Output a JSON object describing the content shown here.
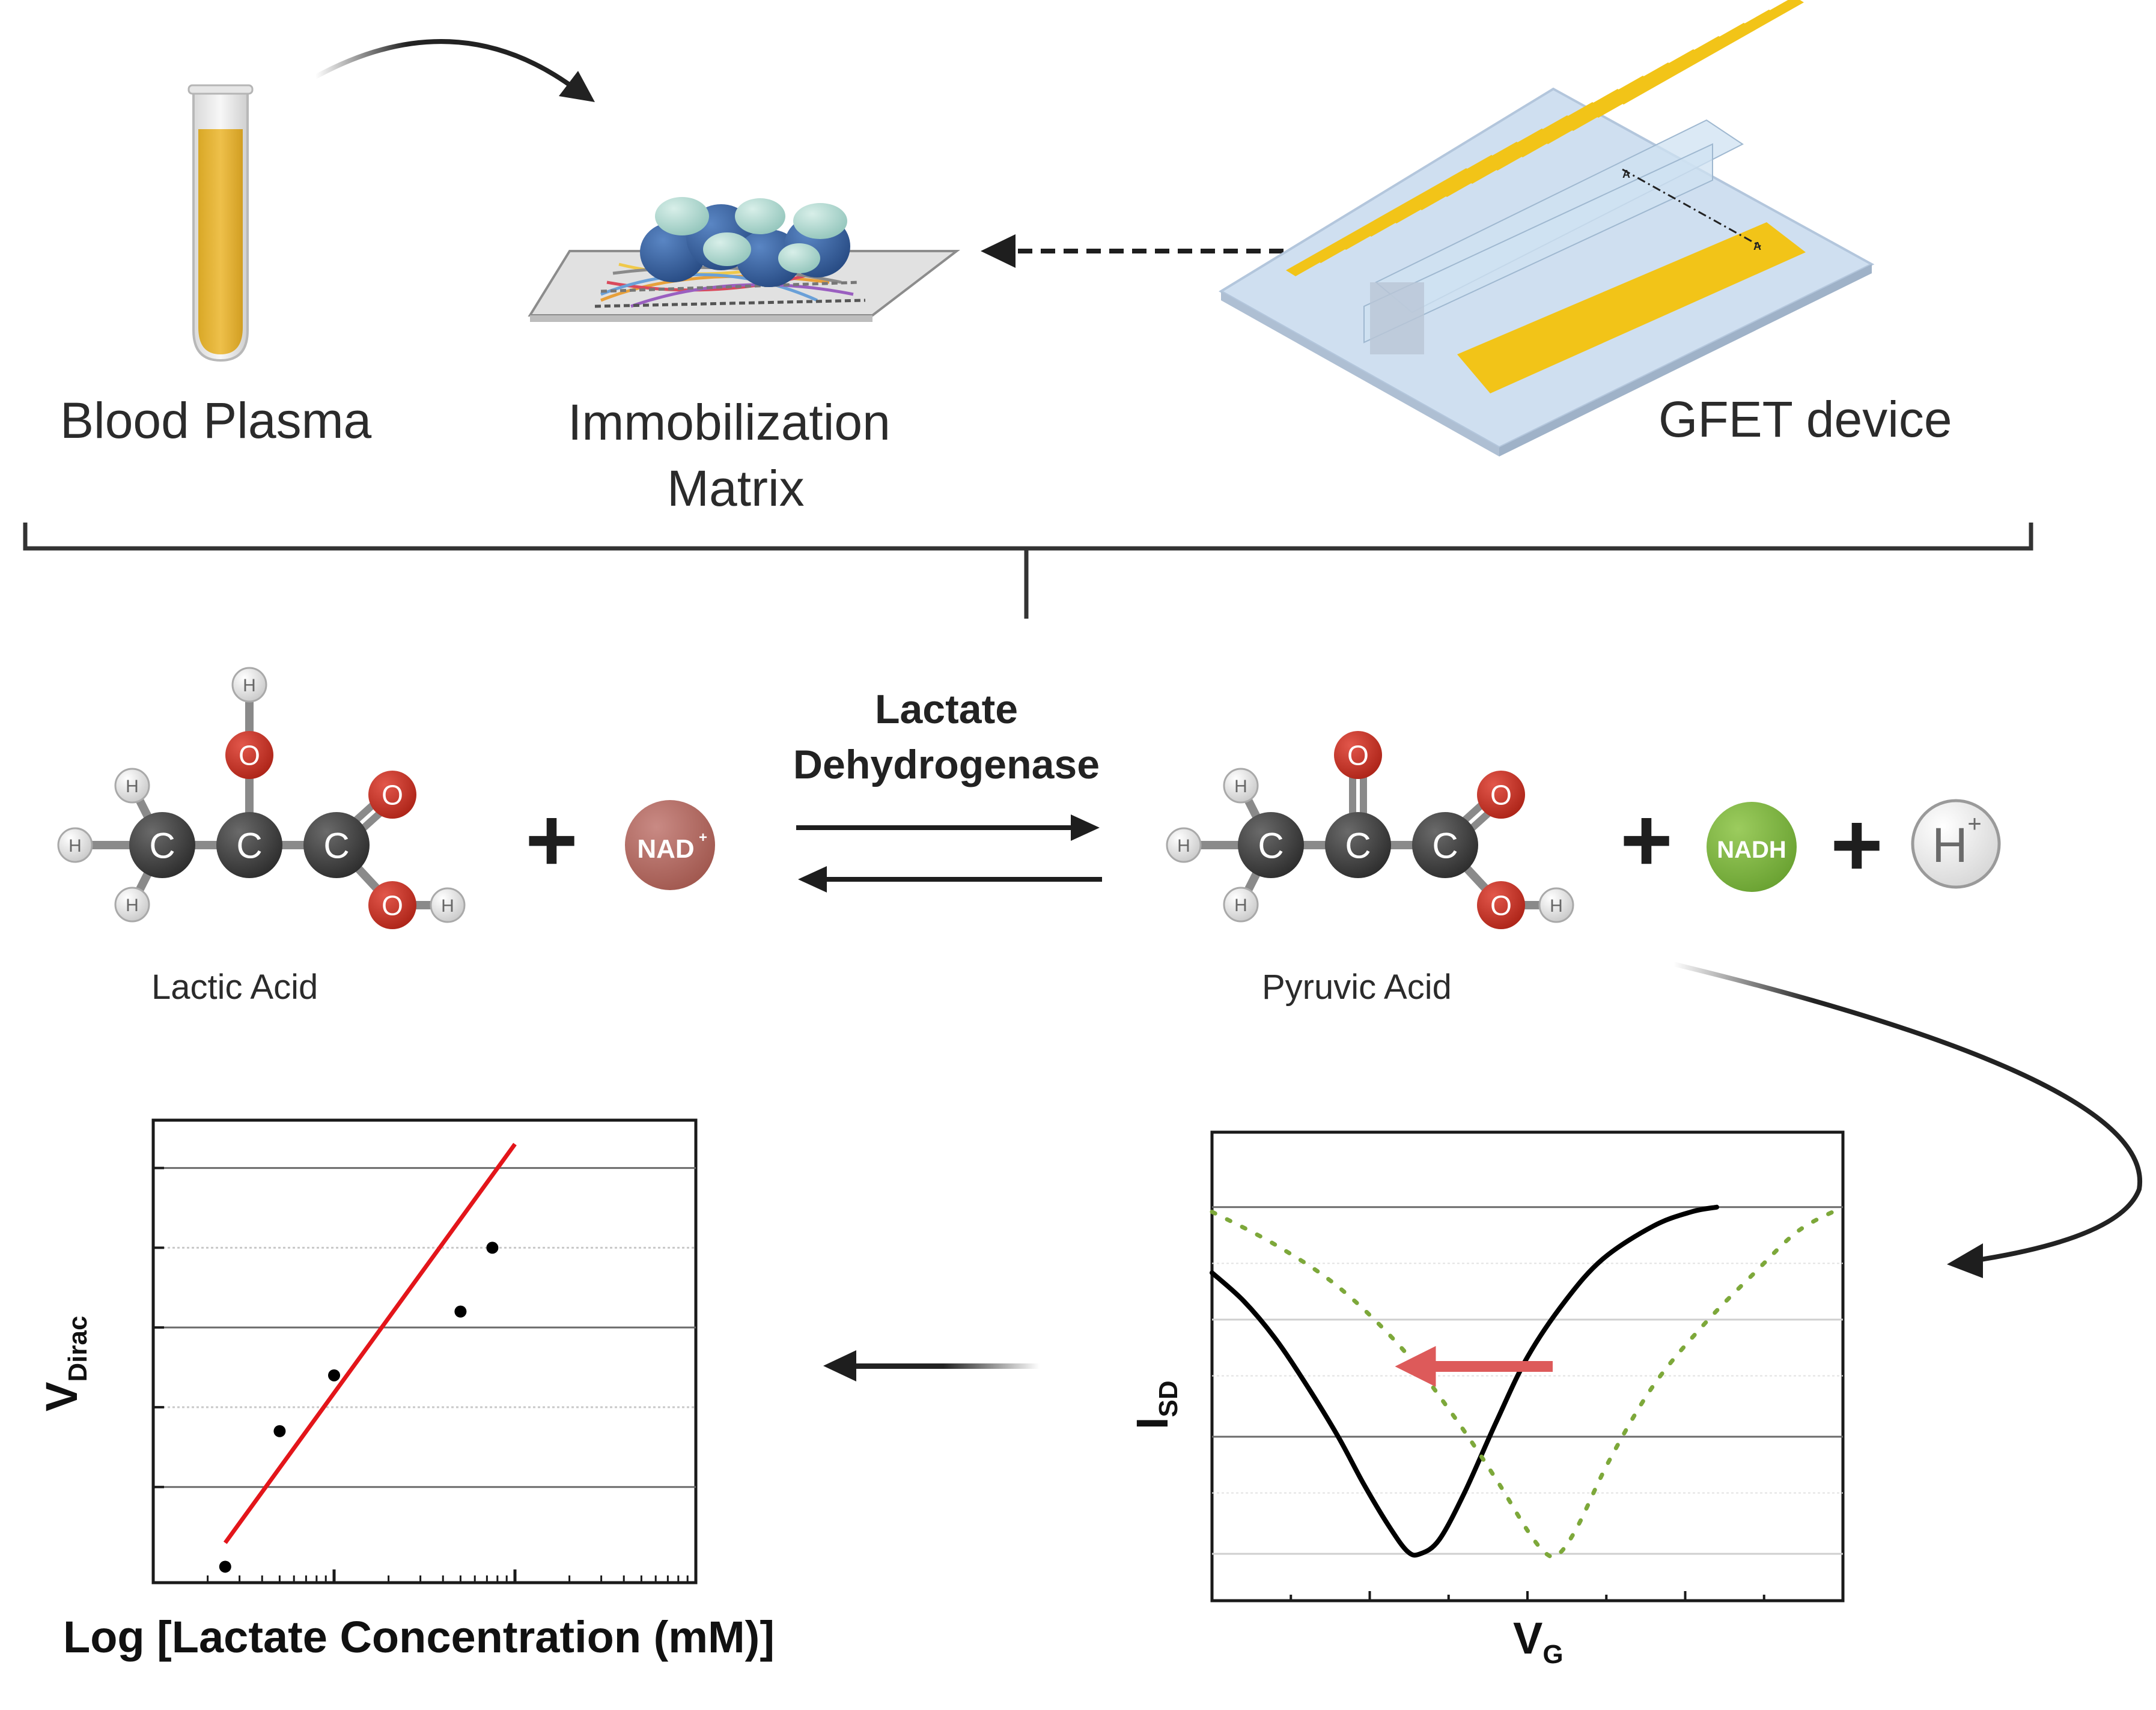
{
  "top": {
    "blood_plasma": "Blood Plasma",
    "immobilization_line1": "Immobilization",
    "immobilization_line2": "Matrix",
    "gfet_device": "GFET device",
    "gfet_marker_a": "A"
  },
  "reaction": {
    "enzyme_line1": "Lactate",
    "enzyme_line2": "Dehydrogenase",
    "lactic_acid": "Lactic Acid",
    "pyruvic_acid": "Pyruvic Acid",
    "plus": "+",
    "nad": "NAD",
    "nad_sup": "+",
    "nadh": "NADH",
    "h": "H",
    "h_sup": "+",
    "atom_c": "C",
    "atom_o": "O",
    "atom_h": "H"
  },
  "colors": {
    "carbon": "#3d3d3d",
    "oxygen": "#c8372d",
    "hydrogen": "#e6e6e6",
    "nad": "#b5706a",
    "nadh": "#7db544",
    "gold": "#f2c418",
    "fit_line": "#e3151a",
    "shift_arrow": "#dd5a5a",
    "dotted_curve": "#7da83a"
  },
  "chart_data": [
    {
      "type": "scatter",
      "title": "",
      "xlabel": "Log [Lactate Concentration (mM)]",
      "ylabel": "V",
      "ylabel_sub": "Dirac",
      "xscale": "log",
      "x": [
        0.25,
        0.5,
        1.0,
        5.0,
        7.5
      ],
      "y": [
        0.0,
        1.7,
        2.4,
        3.2,
        4.0
      ],
      "xlim": [
        0.1,
        100
      ],
      "ylim": [
        -0.2,
        5.6
      ],
      "fit_line": {
        "x": [
          0.25,
          10
        ],
        "y": [
          0.3,
          5.3
        ]
      },
      "grid": "horizontal",
      "tick_labels": false
    },
    {
      "type": "line",
      "title": "",
      "xlabel": "V",
      "xlabel_sub": "G",
      "ylabel": "I",
      "ylabel_sub": "SD",
      "xlim": [
        0,
        10
      ],
      "ylim": [
        0,
        10
      ],
      "series": [
        {
          "style": "solid",
          "x": [
            0,
            0.5,
            1,
            1.5,
            2,
            2.4,
            2.8,
            3.1,
            3.3,
            3.6,
            4,
            4.5,
            5,
            5.6,
            6.2,
            7,
            7.6,
            8
          ],
          "y": [
            7.0,
            6.4,
            5.6,
            4.6,
            3.5,
            2.5,
            1.6,
            1.05,
            1.0,
            1.3,
            2.3,
            3.8,
            5.2,
            6.4,
            7.3,
            8.0,
            8.3,
            8.4
          ]
        },
        {
          "style": "dotted",
          "x": [
            0,
            1,
            2,
            3,
            3.8,
            4.5,
            5,
            5.3,
            5.5,
            5.8,
            6.3,
            7,
            7.8,
            8.6,
            9.3,
            10
          ],
          "y": [
            8.3,
            7.6,
            6.7,
            5.4,
            4.0,
            2.6,
            1.5,
            1.0,
            1.0,
            1.6,
            3.0,
            4.6,
            5.9,
            7.0,
            7.9,
            8.4
          ]
        }
      ],
      "shift_arrow": {
        "from_x": 5.4,
        "to_x": 2.9,
        "y": 5.0
      },
      "grid": "horizontal",
      "tick_labels": false
    }
  ]
}
